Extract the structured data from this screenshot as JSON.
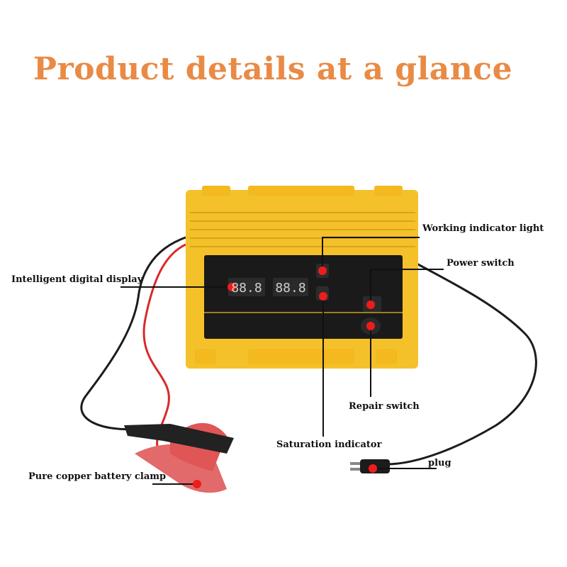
{
  "title": "Product details at a glance",
  "display": {
    "left_digits": "88.8",
    "right_digits": "88.8"
  },
  "callouts": {
    "working_indicator": "Working indicator light",
    "power_switch": "Power switch",
    "digital_display": "Intelligent digital display",
    "repair_switch": "Repair switch",
    "saturation_indicator": "Saturation indicator",
    "plug": "plug",
    "battery_clamp": "Pure copper battery clamp"
  },
  "colors": {
    "title": "#e98a45",
    "case_yellow": "#f5c12a",
    "panel_black": "#1a1a1a",
    "marker_red": "#ee1c1c",
    "leader_line": "#111111"
  }
}
